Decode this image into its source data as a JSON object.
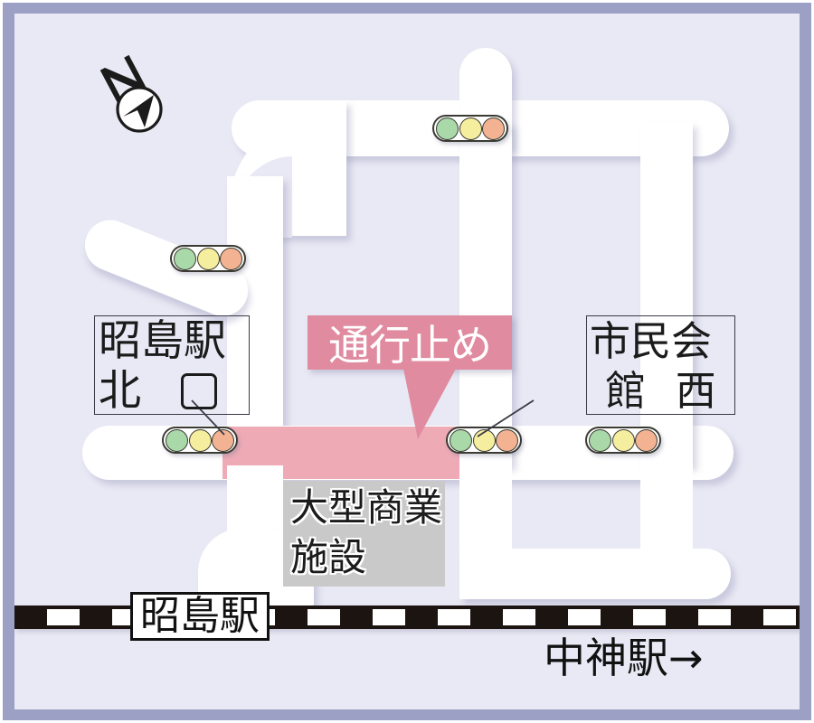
{
  "map": {
    "title": "Akishima Station area road closure map",
    "background_color": "#e9e9f5",
    "border_color": "#9ba0c4",
    "road_color": "#ffffff",
    "closure_color": "#eeabb6",
    "callout_color": "#e08ba0"
  },
  "compass": {
    "letter": "N",
    "icon": "north-arrow-icon"
  },
  "callout": {
    "text": "通行止め",
    "meaning": "Road Closed"
  },
  "labels": {
    "station_north_exit": {
      "line1": "昭島駅",
      "line2": "北",
      "exit_symbol": "口",
      "meaning": "Akishima Station North Exit"
    },
    "civic_hall_west": {
      "line1": "市民会",
      "line2_left": "館",
      "line2_right": "西",
      "meaning": "Civic Hall West"
    },
    "commercial_facility": {
      "line1": "大型商業",
      "line2": "施設",
      "meaning": "Large Commercial Facility"
    },
    "akishima_station": {
      "text": "昭島駅",
      "meaning": "Akishima Station"
    },
    "nakagami_station": {
      "text": "中神駅→",
      "meaning": "Nakagami Station →"
    }
  },
  "signals": [
    {
      "id": "signal-top-center",
      "name": "traffic-signal",
      "lamps": [
        "green",
        "yellow",
        "red"
      ]
    },
    {
      "id": "signal-northwest",
      "name": "traffic-signal",
      "lamps": [
        "green",
        "yellow",
        "red"
      ]
    },
    {
      "id": "signal-station-north",
      "name": "traffic-signal",
      "lamps": [
        "green",
        "yellow",
        "red"
      ]
    },
    {
      "id": "signal-civic-hall",
      "name": "traffic-signal",
      "lamps": [
        "green",
        "yellow",
        "red"
      ]
    },
    {
      "id": "signal-east",
      "name": "traffic-signal",
      "lamps": [
        "green",
        "yellow",
        "red"
      ]
    }
  ],
  "lamp_colors": {
    "green": "#a9d8a9",
    "yellow": "#f6ee9f",
    "red": "#f3b392"
  },
  "railway": {
    "line_style": "dashed black and white",
    "direction_note": "中神駅→"
  }
}
